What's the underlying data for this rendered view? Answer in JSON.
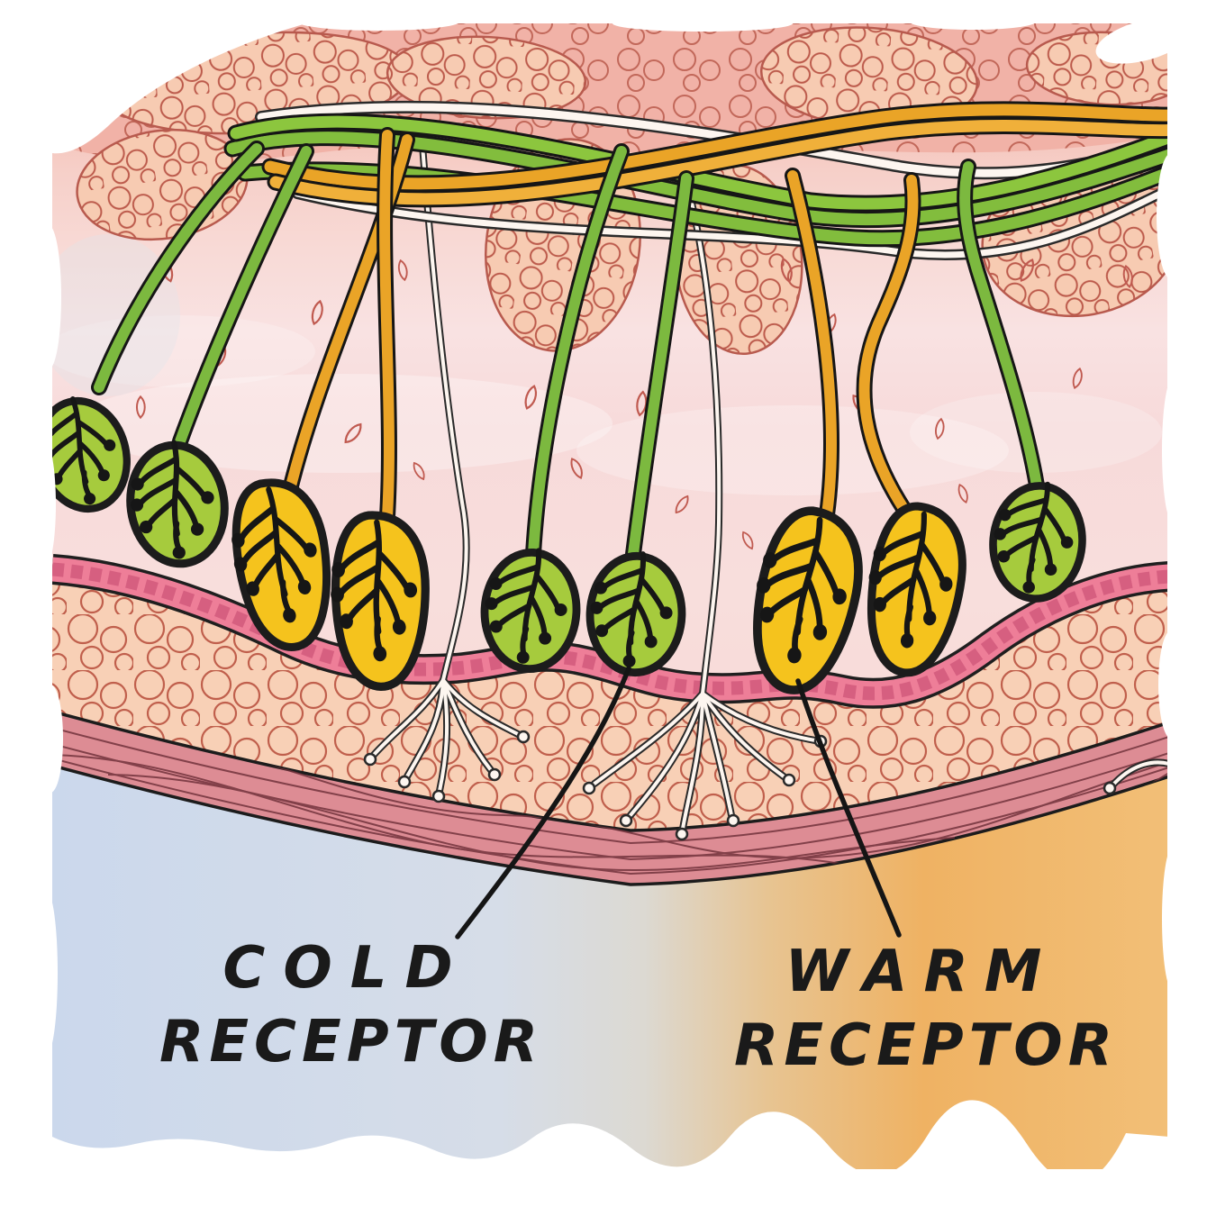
{
  "figure": {
    "subject": "skin-cross-section-thermoreceptors",
    "labels": {
      "cold_line1": "COLD",
      "cold_line2": "RECEPTOR",
      "warm_line1": "WARM",
      "warm_line2": "RECEPTOR"
    },
    "colors": {
      "cold_receptor": "#a6cb3d",
      "warm_receptor": "#f5c31d",
      "cold_nerve_fiber": "#82bd3d",
      "warm_nerve_fiber": "#eaa427",
      "free_nerve_fiber": "#fdf6f0",
      "outline": "#1c1c1c",
      "capillary_band": "#ee7e98",
      "muscle_layer": "#dd8c94",
      "cold_background": "#cbd8ec",
      "warm_background": "#efb163",
      "tissue_background": "#f8dcdb",
      "fat_cells": "#f8d0b6"
    },
    "receptors": [
      {
        "type": "cold"
      },
      {
        "type": "cold"
      },
      {
        "type": "warm"
      },
      {
        "type": "warm"
      },
      {
        "type": "cold"
      },
      {
        "type": "cold"
      },
      {
        "type": "warm"
      },
      {
        "type": "warm"
      },
      {
        "type": "cold"
      }
    ],
    "counts": {
      "cold_receptors": 5,
      "warm_receptors": 4
    }
  }
}
